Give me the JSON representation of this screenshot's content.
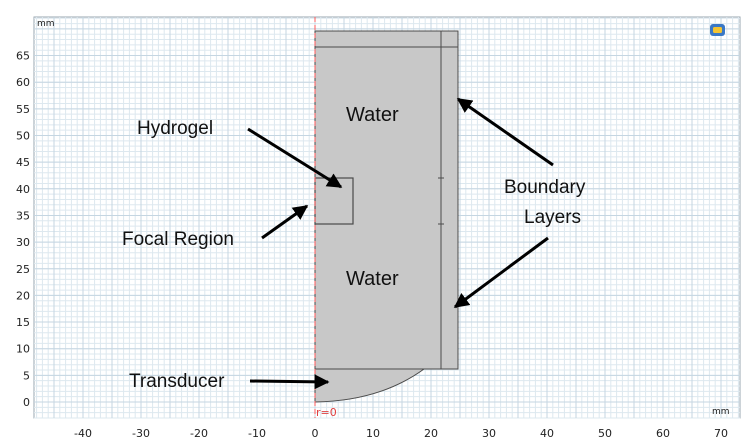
{
  "canvas": {
    "unit_top": "mm",
    "unit_right": "mm",
    "x_ticks": [
      -40,
      -30,
      -20,
      -10,
      0,
      10,
      20,
      30,
      40,
      50,
      60,
      70
    ],
    "y_ticks": [
      0,
      5,
      10,
      15,
      20,
      25,
      30,
      35,
      40,
      45,
      50,
      55,
      60,
      65
    ],
    "axis_label": "r=0",
    "colors": {
      "grid_minor": "#dde8ef",
      "grid_major": "#c5d6e2",
      "domain_fill": "#c8c8c8",
      "domain_stroke": "#4a4a4a",
      "axis_line": "#ff5a5a",
      "arrow": "#000000"
    }
  },
  "labels": {
    "water_top": "Water",
    "water_bottom": "Water",
    "hydrogel": "Hydrogel",
    "focal_region": "Focal Region",
    "boundary_line1": "Boundary",
    "boundary_line2": "Layers",
    "transducer": "Transducer"
  },
  "icons": {
    "view_widget": "camera-view-icon"
  }
}
